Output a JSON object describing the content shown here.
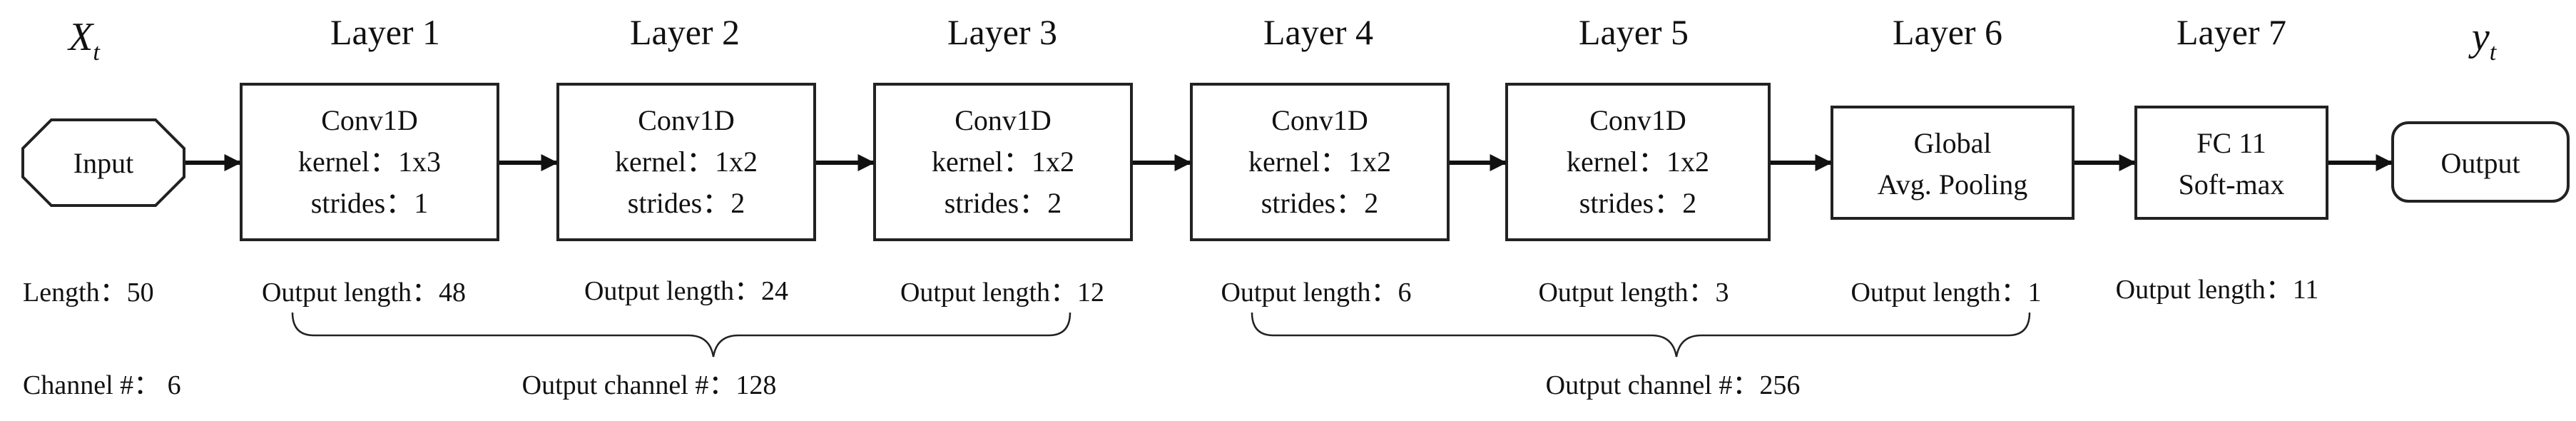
{
  "input_symbol": {
    "main": "X",
    "sub": "t"
  },
  "output_symbol": {
    "main": "y",
    "sub": "t"
  },
  "layers": [
    {
      "title": "Layer 1",
      "lines": [
        "Conv1D",
        "kernel：1x3",
        "strides：1"
      ],
      "output_length": "Output length：48"
    },
    {
      "title": "Layer 2",
      "lines": [
        "Conv1D",
        "kernel：1x2",
        "strides：2"
      ],
      "output_length": "Output length：24"
    },
    {
      "title": "Layer 3",
      "lines": [
        "Conv1D",
        "kernel：1x2",
        "strides：2"
      ],
      "output_length": "Output length：12"
    },
    {
      "title": "Layer 4",
      "lines": [
        "Conv1D",
        "kernel：1x2",
        "strides：2"
      ],
      "output_length": "Output length：6"
    },
    {
      "title": "Layer 5",
      "lines": [
        "Conv1D",
        "kernel：1x2",
        "strides：2"
      ],
      "output_length": "Output length：3"
    },
    {
      "title": "Layer 6",
      "lines": [
        "Global",
        "Avg. Pooling"
      ],
      "output_length": "Output length：1"
    },
    {
      "title": "Layer 7",
      "lines": [
        "FC 11",
        "Soft-max"
      ],
      "output_length": "Output length：11"
    }
  ],
  "input_node": {
    "label": "Input",
    "length": "Length：50",
    "channels": "Channel #： 6"
  },
  "output_node": {
    "label": "Output"
  },
  "groups": [
    {
      "label": "Output channel #：128"
    },
    {
      "label": "Output channel #：256"
    }
  ]
}
